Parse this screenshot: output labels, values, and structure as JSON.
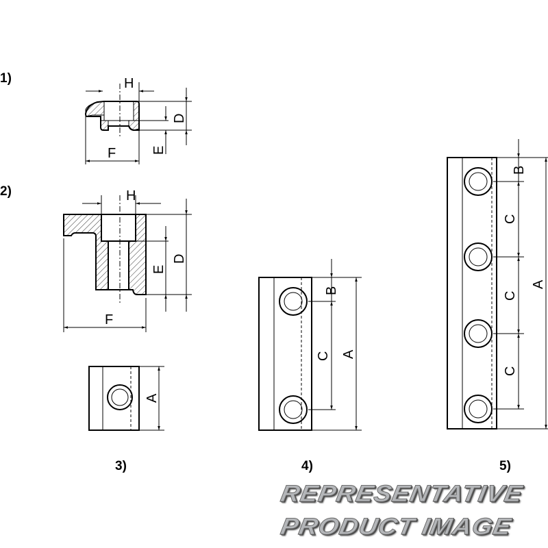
{
  "figures": {
    "fig1": {
      "number": "1)",
      "dims": {
        "H": "H",
        "D": "D",
        "E": "E",
        "F": "F"
      }
    },
    "fig2": {
      "number": "2)",
      "dims": {
        "H": "H",
        "D": "D",
        "E": "E",
        "F": "F"
      }
    },
    "fig3": {
      "number": "3)",
      "dims": {
        "A": "A"
      }
    },
    "fig4": {
      "number": "4)",
      "dims": {
        "A": "A",
        "B": "B",
        "C": "C"
      }
    },
    "fig5": {
      "number": "5)",
      "dims": {
        "A": "A",
        "B": "B",
        "C1": "C",
        "C2": "C",
        "C3": "C"
      }
    }
  },
  "watermark": {
    "line1": "REPRESENTATIVE",
    "line2": "PRODUCT  IMAGE"
  }
}
